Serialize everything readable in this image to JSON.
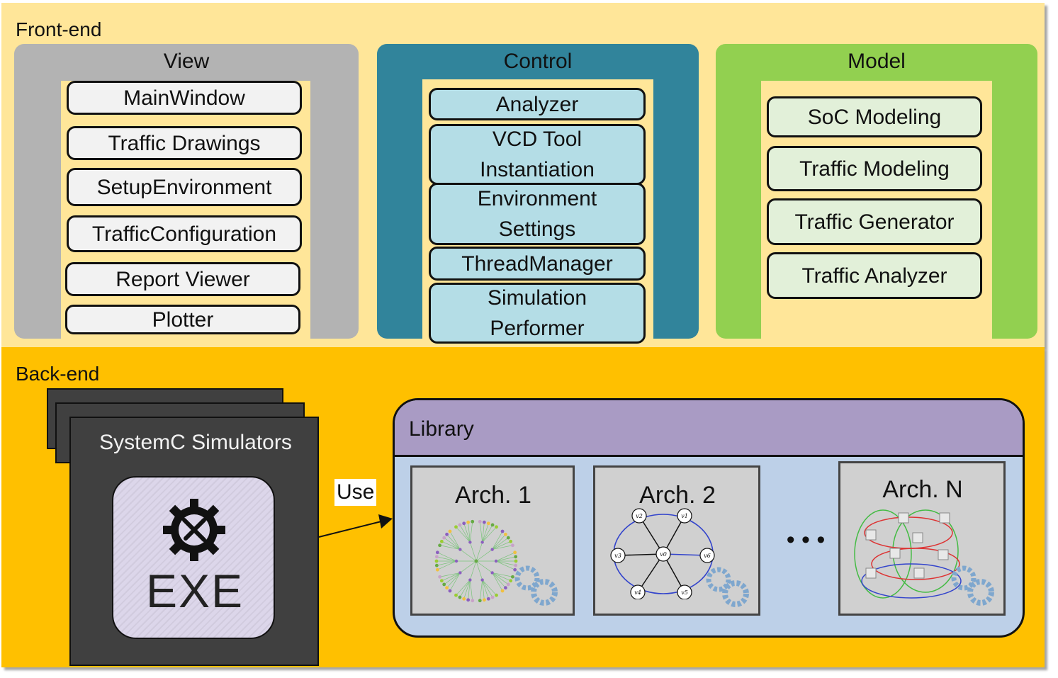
{
  "frontend": {
    "label": "Front-end",
    "view": {
      "title": "View",
      "items": [
        "MainWindow",
        "Traffic Drawings",
        "SetupEnvironment",
        "TrafficConfiguration",
        "Report Viewer",
        "Plotter"
      ]
    },
    "control": {
      "title": "Control",
      "items": [
        "Analyzer",
        "VCD Tool Instantiation",
        "Environment Settings",
        "ThreadManager",
        "Simulation Performer"
      ]
    },
    "model": {
      "title": "Model",
      "items": [
        "SoC Modeling",
        "Traffic Modeling",
        "Traffic Generator",
        "Traffic Analyzer"
      ]
    }
  },
  "backend": {
    "label": "Back-end",
    "simulators": {
      "title": "SystemC Simulators",
      "exe_label": "EXE"
    },
    "use_label": "Use",
    "library": {
      "title": "Library",
      "archs": [
        "Arch. 1",
        "Arch. 2",
        "Arch. N"
      ],
      "graph2_nodes": [
        "v2",
        "v1",
        "v3",
        "v0",
        "v6",
        "v4",
        "v5"
      ],
      "ellipsis": "• • •"
    }
  },
  "colors": {
    "frontend_bg": "#FFE699",
    "backend_bg": "#FFC000",
    "view_frame": "#B3B3B3",
    "control_frame": "#31849B",
    "model_frame": "#92D050",
    "library_header": "#A99BC4",
    "library_body": "#BDD0E8"
  },
  "icons": [
    "gear-wrench-screwdriver-icon",
    "gears-icon"
  ]
}
